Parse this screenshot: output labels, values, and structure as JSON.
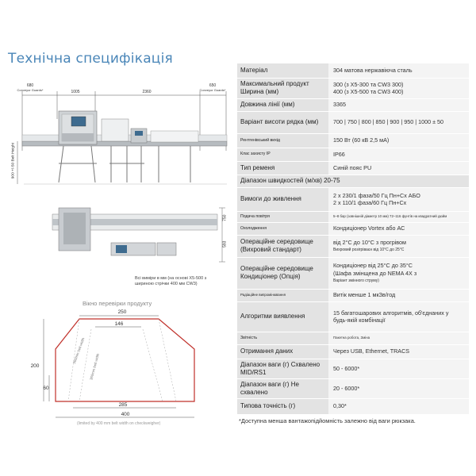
{
  "title": "Технічна специфікація",
  "spec_rows": [
    {
      "key": "Матеріал",
      "value": "304 матова нержавіюча сталь"
    },
    {
      "key": "Максимальний продукт Ширина (мм)",
      "value_lines": [
        "300 (з X5-300 та CW3 300)",
        "400 (з X5-500 та CW3 400)"
      ]
    },
    {
      "key": "Довжина лінії (мм)",
      "value": "3365"
    },
    {
      "key": "Варіант висоти рядка (мм)",
      "value": "700 | 750 | 800 | 850 | 900 | 950 | 1000 ± 50"
    },
    {
      "key": "Рентгенівський вихід",
      "value": "150 Вт (60 кВ 2,5 мА)"
    },
    {
      "key": "Клас захисту IP",
      "value": "IP66"
    },
    {
      "key": "Тип ременя",
      "value": "Синій пояс PU"
    },
    {
      "key": "Діапазон швидкостей (м/хв) 20-75",
      "value": ""
    },
    {
      "key": "Вимоги до живлення",
      "value_lines": [
        "2 x 230/1 фаза/50 Гц Пн+Сх АБО",
        "2 x 110/1 фаза/60 Гц Пн+Сх"
      ]
    },
    {
      "key": "Подача повітря",
      "value": "5–8 бар (зовнішній діаметр 10 мм) 72–116 фунтів на квадратний дюйм"
    },
    {
      "key": "Охолодження",
      "value": "Кондиціонер Vortex або АС"
    },
    {
      "key": "Операційне середовище (Вихровий стандарт)",
      "value": "від 2°C до 10°C з прогрівом",
      "note": "Вихровий розігріваєн від 10°C до 25°C"
    },
    {
      "key": "Операційне середовище Кондиціонер (Опція)",
      "value_lines": [
        "Кондиціонер від 25°C до 35°C",
        "(Шафа змінщена до NEMA 4X з"
      ],
      "note": "Варіант змінного струму)"
    },
    {
      "key": "Радіаційне випромінювання",
      "value": "Витік менше 1 мкЗв/год"
    },
    {
      "key": "Алгоритми виявлення",
      "value_lines": [
        "15 багатошарових алгоритмів, об'єднаних у",
        "будь-якій комбінації"
      ]
    },
    {
      "key": "Звітність",
      "value": "Пакетна робота, Зміна"
    },
    {
      "key": "Отримання даних",
      "value": "Через USB, Ethernet, TRACS"
    },
    {
      "key": "Діапазон ваги (г) Схвалено MID/RS1",
      "value": "50 - 6000*"
    },
    {
      "key": "Діапазон ваги (г) Не схвалено",
      "value": "20 - 6000*"
    },
    {
      "key": "Типова точність (г)",
      "value": "0,30*"
    }
  ],
  "footnote": "*Доступна менша вантажопідйомність залежно від ваги рюкзака.",
  "side_view": {
    "dim_680": "680",
    "dim_680_label": "Conveyor Guards*",
    "dim_650": "650",
    "dim_650_label": "Conveyor Guards*",
    "dim_1005": "1005",
    "dim_2360": "2360",
    "height_label": "900 +/-50 Belt Height"
  },
  "top_view": {
    "dim_750": "750",
    "dim_593": "593"
  },
  "caption": "Всі виміри в мм (на основі X5-500 з шириною стрічки 400 мм CW3)",
  "window": {
    "title": "Вікно перевірки продукту",
    "dim_250": "250",
    "dim_146": "146",
    "dim_200": "200",
    "dim_60": "60",
    "dim_285": "285",
    "dim_400": "400",
    "diag1": "300mm belt width",
    "diag2": "360mm belt width",
    "note": "(limited by 400 mm belt width on checkweigher)"
  },
  "colors": {
    "title": "#4a86b8",
    "key_bg": "#e3e3e3",
    "value_bg": "#f4f4f4",
    "window_outline": "#c0302a"
  }
}
